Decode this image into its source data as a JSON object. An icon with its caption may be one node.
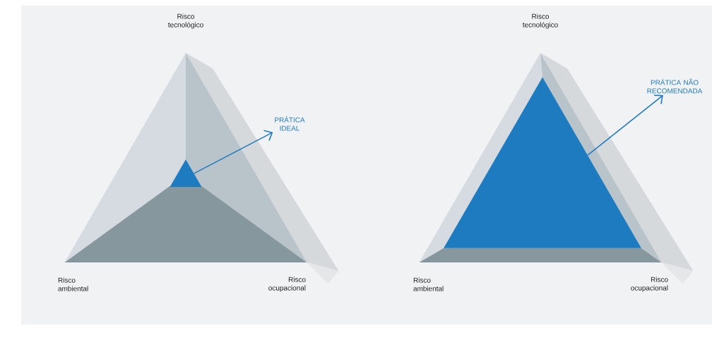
{
  "diagram": {
    "nodes": [
      {
        "text": [],
        "shape": "triangle"
      },
      {
        "text": [
          "PRÁTICA IDEAL"
        ]
      },
      {
        "text": [],
        "shape": "triangle"
      },
      {
        "text": [
          "PRÁTICA NÃO RECOMENDADA"
        ]
      }
    ],
    "edges": [
      {
        "from": 0,
        "to": 1,
        "arrow": "to"
      },
      {
        "from": 2,
        "to": 3,
        "arrow": "to"
      }
    ],
    "labels": [
      "Risco tecnológico",
      "Risco tecnológico",
      "Risco ambiental",
      "Risco ocupacional",
      "Risco ambiental",
      "Risco ocupacional"
    ]
  }
}
